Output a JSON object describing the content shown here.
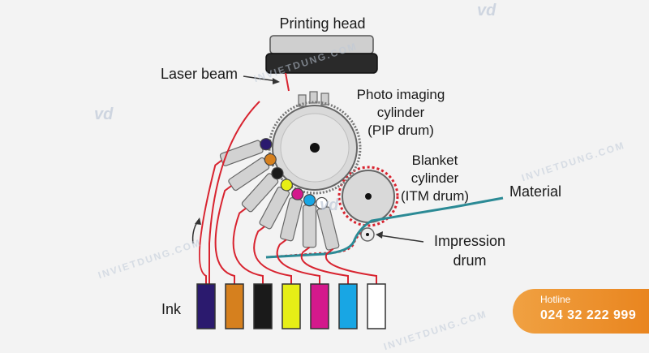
{
  "labels": {
    "printing_head": "Printing head",
    "laser_beam": "Laser beam",
    "pip_line1": "Photo imaging",
    "pip_line2": "cylinder",
    "pip_line3": "(PIP drum)",
    "blanket_line1": "Blanket",
    "blanket_line2": "cylinder",
    "blanket_line3": "(ITM drum)",
    "material": "Material",
    "impression_line1": "Impression",
    "impression_line2": "drum",
    "ink": "Ink"
  },
  "ink_colors": [
    "#2b1a6e",
    "#d6801e",
    "#1a1a1a",
    "#e6ee16",
    "#d4198c",
    "#18a6e4",
    "#ffffff"
  ],
  "colors": {
    "ink_line": "#d8232f",
    "material_line": "#2b8a95",
    "outline": "#666666"
  },
  "watermark": {
    "text": "INVIETDUNG.COM",
    "logo": "vd",
    "logo_sub": "INVIETDUNG"
  },
  "hotline": {
    "title": "Hotline",
    "phone": "024 32 222 999"
  }
}
